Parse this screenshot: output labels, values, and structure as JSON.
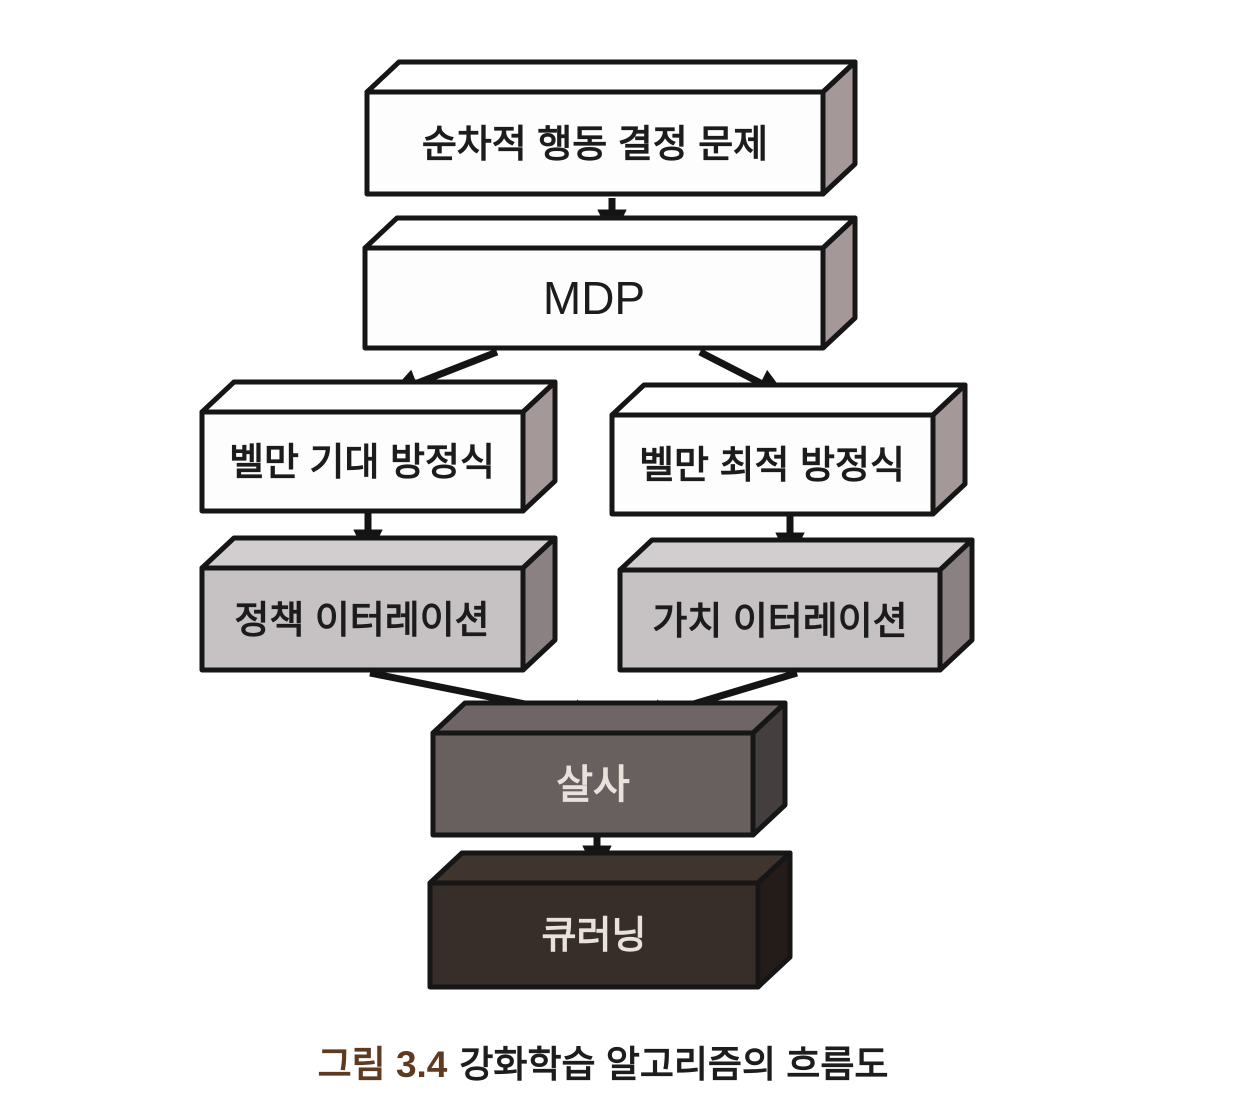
{
  "figure": {
    "caption": {
      "figure_label": "그림 3.4",
      "title": "강화학습 알고리즘의 흐름도"
    }
  },
  "diagram": {
    "type": "flowchart",
    "nodes": [
      {
        "id": "sequential-decision-problem",
        "label": "순차적 행동 결정 문제",
        "style": "white-3d-box"
      },
      {
        "id": "mdp",
        "label": "MDP",
        "style": "white-3d-box"
      },
      {
        "id": "bellman-expectation-equation",
        "label": "벨만 기대 방정식",
        "style": "white-3d-box"
      },
      {
        "id": "bellman-optimality-equation",
        "label": "벨만 최적 방정식",
        "style": "white-3d-box"
      },
      {
        "id": "policy-iteration",
        "label": "정책 이터레이션",
        "style": "light-gray-3d-box"
      },
      {
        "id": "value-iteration",
        "label": "가치 이터레이션",
        "style": "light-gray-3d-box"
      },
      {
        "id": "sarsa",
        "label": "살사",
        "style": "dark-gray-3d-box"
      },
      {
        "id": "q-learning",
        "label": "큐러닝",
        "style": "dark-brown-3d-box"
      }
    ],
    "edges": [
      {
        "from": "sequential-decision-problem",
        "to": "mdp"
      },
      {
        "from": "mdp",
        "to": "bellman-expectation-equation"
      },
      {
        "from": "mdp",
        "to": "bellman-optimality-equation"
      },
      {
        "from": "bellman-expectation-equation",
        "to": "policy-iteration"
      },
      {
        "from": "bellman-optimality-equation",
        "to": "value-iteration"
      },
      {
        "from": "policy-iteration",
        "to": "sarsa"
      },
      {
        "from": "value-iteration",
        "to": "sarsa"
      },
      {
        "from": "sarsa",
        "to": "q-learning"
      }
    ]
  },
  "colors": {
    "background": "#ffffff",
    "outline": "#161616",
    "arrow": "#141414",
    "white_box_face": "#fdfdfd",
    "white_box_top": "#ffffff",
    "white_box_side": "#a59899",
    "gray_box_face": "#c6c1c3",
    "gray_box_top": "#d2cdce",
    "gray_box_side": "#8a8183",
    "sarsa_face": "#685f5f",
    "sarsa_top": "#6f6566",
    "sarsa_side": "#453e3f",
    "qlearning_face": "#372d29",
    "qlearning_top": "#3f342e",
    "qlearning_side": "#241c19",
    "dark_text": "#1c1c1c",
    "light_text": "#e9e2dc",
    "caption_label": "#5e3a20",
    "caption_text": "#1d1d1d"
  }
}
